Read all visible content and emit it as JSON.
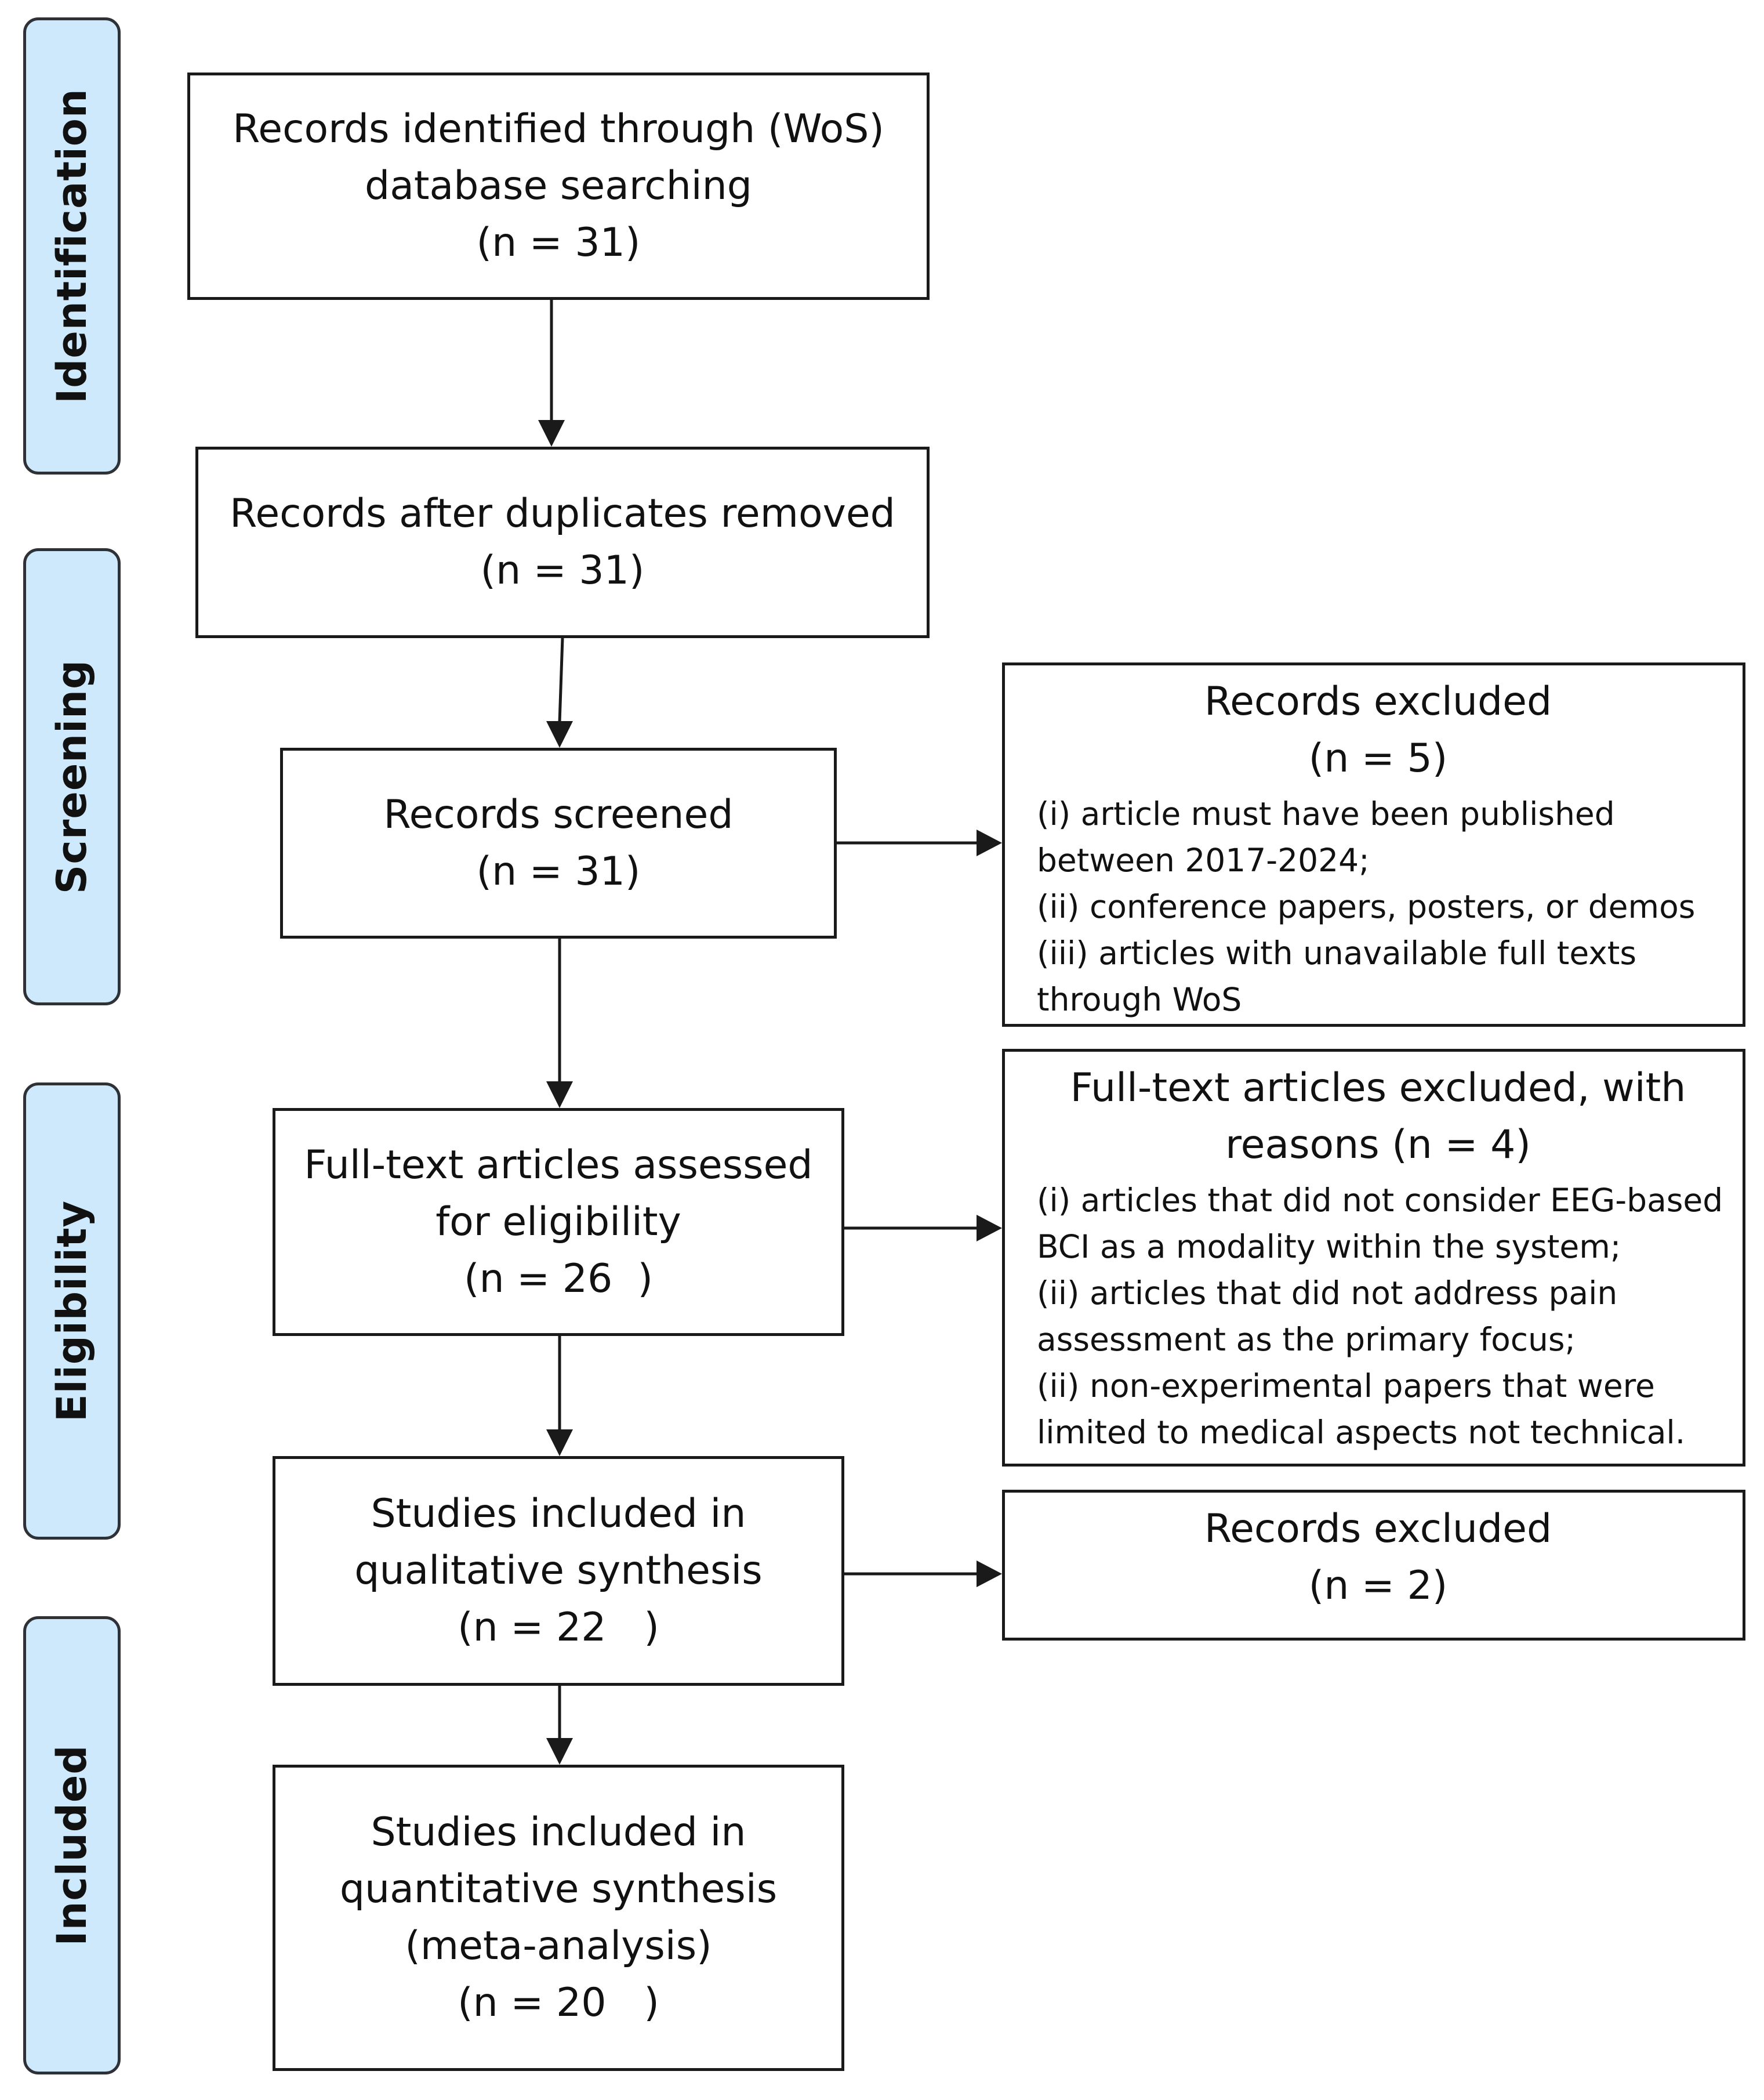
{
  "stages": [
    {
      "id": "identification",
      "label": "Identification"
    },
    {
      "id": "screening",
      "label": "Screening"
    },
    {
      "id": "eligibility",
      "label": "Eligibility"
    },
    {
      "id": "included",
      "label": "Included"
    }
  ],
  "main_boxes": {
    "identified": {
      "lines": [
        "Records identified through (WoS)",
        "database searching",
        "(n = 31)"
      ]
    },
    "after_duplicates": {
      "lines": [
        "Records after duplicates removed",
        "(n = 31)"
      ]
    },
    "screened": {
      "lines": [
        "Records screened",
        "(n = 31)"
      ]
    },
    "fulltext_assessed": {
      "lines": [
        "Full-text articles assessed",
        "for eligibility",
        "(n = 26  )"
      ]
    },
    "qualitative": {
      "lines": [
        "Studies included in",
        "qualitative synthesis",
        "(n = 22   )"
      ]
    },
    "quantitative": {
      "lines": [
        "Studies included in",
        "quantitative synthesis",
        "(meta-analysis)",
        "(n = 20   )"
      ]
    }
  },
  "exclusion_boxes": {
    "records_excluded_1": {
      "title": [
        "Records excluded",
        "(n = 5)"
      ],
      "items": [
        "(i) article must have been published",
        "between 2017-2024;",
        "(ii) conference papers, posters, or demos",
        "(iii) articles with unavailable full texts",
        "through WoS"
      ]
    },
    "fulltext_excluded": {
      "title": [
        "Full-text articles excluded, with",
        "reasons (n = 4)"
      ],
      "items": [
        "(i) articles that did not consider EEG-based",
        "BCI as a modality within the system;",
        "(ii) articles that did not address pain",
        "assessment as the primary focus;",
        "(ii) non-experimental papers that were",
        "limited to medical aspects not technical."
      ]
    },
    "records_excluded_2": {
      "title": [
        "Records excluded",
        "(n = 2)"
      ],
      "items": []
    }
  },
  "colors": {
    "stage_fill": "#cde9fb",
    "stroke": "#1a1a1a"
  }
}
